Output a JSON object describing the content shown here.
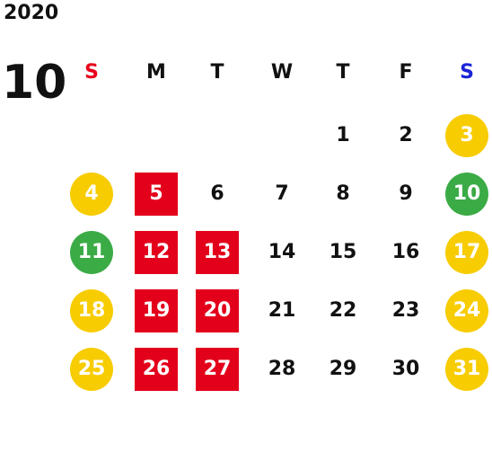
{
  "year": "2020",
  "month": "10",
  "weekdays": [
    "S",
    "M",
    "T",
    "W",
    "T",
    "F",
    "S"
  ],
  "weekday_colors": [
    "#e8001c",
    "#111111",
    "#111111",
    "#111111",
    "#111111",
    "#111111",
    "#1a25d8"
  ],
  "weeks": [
    [
      null,
      null,
      null,
      null,
      {
        "d": "1"
      },
      {
        "d": "2"
      },
      {
        "d": "3",
        "m": "yellow"
      }
    ],
    [
      {
        "d": "4",
        "m": "yellow"
      },
      {
        "d": "5",
        "m": "red"
      },
      {
        "d": "6"
      },
      {
        "d": "7"
      },
      {
        "d": "8"
      },
      {
        "d": "9"
      },
      {
        "d": "10",
        "m": "green"
      }
    ],
    [
      {
        "d": "11",
        "m": "green"
      },
      {
        "d": "12",
        "m": "red"
      },
      {
        "d": "13",
        "m": "red"
      },
      {
        "d": "14"
      },
      {
        "d": "15"
      },
      {
        "d": "16"
      },
      {
        "d": "17",
        "m": "yellow"
      }
    ],
    [
      {
        "d": "18",
        "m": "yellow"
      },
      {
        "d": "19",
        "m": "red"
      },
      {
        "d": "20",
        "m": "red"
      },
      {
        "d": "21"
      },
      {
        "d": "22"
      },
      {
        "d": "23"
      },
      {
        "d": "24",
        "m": "yellow"
      }
    ],
    [
      {
        "d": "25",
        "m": "yellow"
      },
      {
        "d": "26",
        "m": "red"
      },
      {
        "d": "27",
        "m": "red"
      },
      {
        "d": "28"
      },
      {
        "d": "29"
      },
      {
        "d": "30"
      },
      {
        "d": "31",
        "m": "yellow"
      }
    ]
  ],
  "marker_styles": {
    "yellow": {
      "shape": "circle",
      "color": "#f7cc00"
    },
    "green": {
      "shape": "circle",
      "color": "#3bab46"
    },
    "red": {
      "shape": "square",
      "color": "#e3001b"
    }
  }
}
